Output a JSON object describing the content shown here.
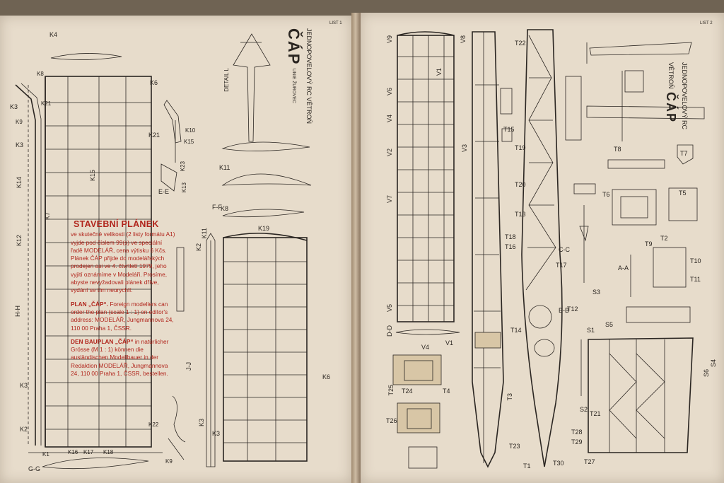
{
  "info": {
    "title": "STAVEBNÍ PLÁNEK",
    "czech": "ve skutečné velikosti (2 listy formátu A1) vyjde pod číslem 99(s) ve speciální řadě MODELÁŘ, cena výtisku 6 Kčs. Plánek ČÁP přijde do modelářských prodejen asi ve 4. čtvrtletí 1979, jeho vyjití oznámíme v Modeláři. Prosíme, abyste nevyžadovali plánek dříve, vydání se tím neurychlí.",
    "english_head": "PLAN „ČÁP“.",
    "english": "Foreign modellers can order the plan (scale 1 : 1) on editor's address: MODELÁŘ, Jungmannova 24, 110 00 Praha 1, ČSSR.",
    "german_head": "DEN BAUPLAN „ČÁP“",
    "german": "in natürlicher Grösse (M 1 : 1) können die ausländischen Modellbauer in der Redaktion MODELÁŘ, Jungmannova 24, 110 00 Praha 1, ČSSR, bestellen."
  },
  "title_block": {
    "line1": "JEDNOPOVELOVÝ RC VĚTROŇ",
    "name": "ČÁP",
    "line3": "UNIE ŽUROVEC"
  },
  "title_block_right": {
    "line1": "JEDNOPOVELOVÝ RC VĚTROŇ",
    "name": "ČÁP"
  },
  "labels_left": {
    "k4": "K4",
    "k8": "K8",
    "k3a": "K3",
    "k9": "K9",
    "k21a": "K21",
    "k3b": "K3",
    "k14": "K14",
    "k12": "K12",
    "k7": "K7",
    "k15": "K15",
    "k6a": "K6",
    "k21b": "K21",
    "k15b": "K15",
    "k10": "K10",
    "k13": "K13",
    "k23": "K23",
    "k11a": "K11",
    "k8b": "K8",
    "k19": "K19",
    "k2a": "K2",
    "k11b": "K11",
    "k3c": "K3",
    "k2b": "K2",
    "k22": "K22",
    "k9b": "K9",
    "k16": "K16",
    "k17": "K17",
    "k18": "K18",
    "k1": "K1",
    "k6b": "K6",
    "k3d": "K3",
    "k3e": "K3",
    "hh": "H-H",
    "ee": "E-E",
    "ff": "F-F",
    "gg": "G-G",
    "jj": "J-J",
    "detail": "DETAIL L",
    "list": "LIST 1"
  },
  "labels_right": {
    "v9": "V9",
    "v8": "V8",
    "v6": "V6",
    "v1": "V1",
    "v4": "V4",
    "v3": "V3",
    "v2": "V2",
    "v7": "V7",
    "v5": "V5",
    "v4b": "V4",
    "v1b": "V1",
    "t22": "T22",
    "t15": "T15",
    "t19": "T19",
    "t20": "T20",
    "t13": "T13",
    "t16": "T16",
    "t18": "T18",
    "t7": "T7",
    "t6": "T6",
    "t11": "T11",
    "t8": "T8",
    "t5": "T5",
    "t9": "T9",
    "t2": "T2",
    "t10": "T10",
    "t17": "T17",
    "t4": "T4",
    "t3": "T3",
    "t26": "T26",
    "t25": "T25",
    "t24": "T24",
    "t12": "T12",
    "t23": "T23",
    "t1": "T1",
    "t14": "T14",
    "t21": "T21",
    "t27": "T27",
    "t28": "T28",
    "t29": "T29",
    "t30": "T30",
    "s1": "S1",
    "s2": "S2",
    "s3": "S3",
    "s4": "S4",
    "s5": "S5",
    "s6": "S6",
    "cc": "C-C",
    "bb": "B-B",
    "aa": "A-A",
    "dd": "D-D",
    "list": "LIST 2"
  }
}
